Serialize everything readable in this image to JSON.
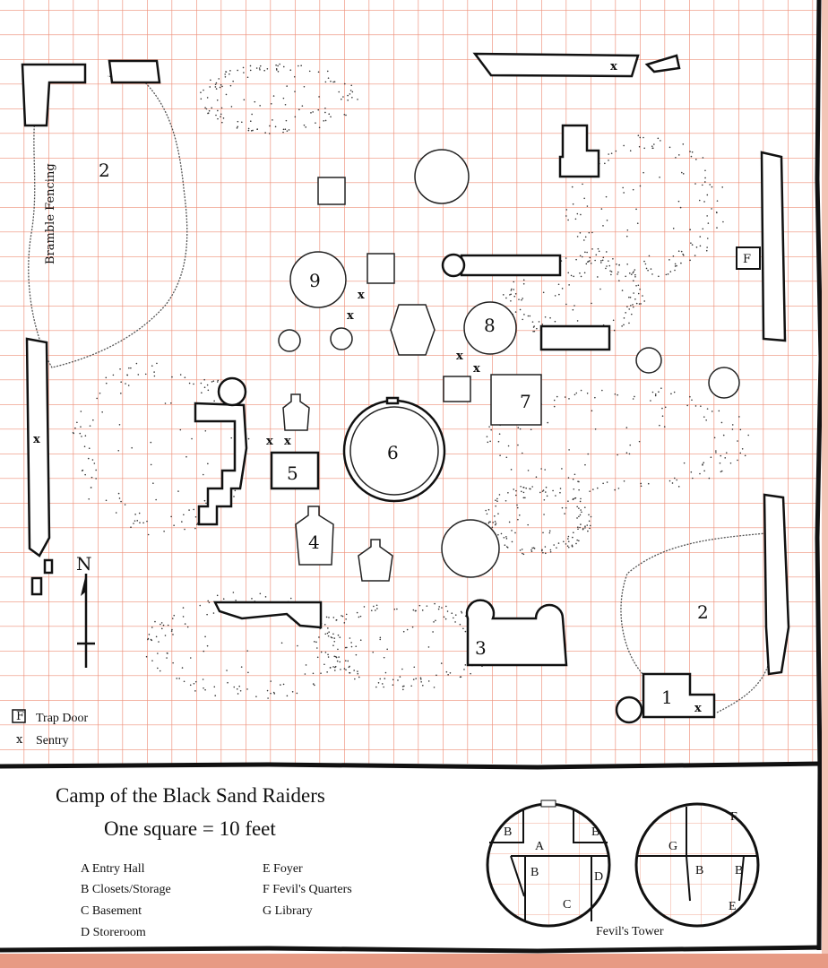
{
  "map": {
    "title": "Camp of the Black Sand Raiders",
    "scale": "One square = 10 feet",
    "grid_color": "#ee8f78",
    "border_color": "#111111",
    "strip_color": "#e79a84",
    "area_labels": [
      "2",
      "2",
      "9",
      "8",
      "7",
      "6",
      "5",
      "4",
      "3",
      "1"
    ],
    "fence_label": "Bramble Fencing",
    "north_label": "N",
    "trap_door_mark": "F",
    "sentry_mark": "x",
    "legend": {
      "trap_door": "Trap Door",
      "sentry": "Sentry"
    }
  },
  "key": {
    "left": [
      "A Entry Hall",
      "B Closets/Storage",
      "C Basement",
      "D Storeroom"
    ],
    "right": [
      "E Foyer",
      "F Fevil's Quarters",
      "G Library"
    ]
  },
  "tower": {
    "caption": "Fevil's Tower",
    "left_labels": [
      "B",
      "B",
      "A",
      "B",
      "D",
      "C"
    ],
    "right_labels": [
      "F",
      "G",
      "B",
      "B",
      "E"
    ]
  }
}
